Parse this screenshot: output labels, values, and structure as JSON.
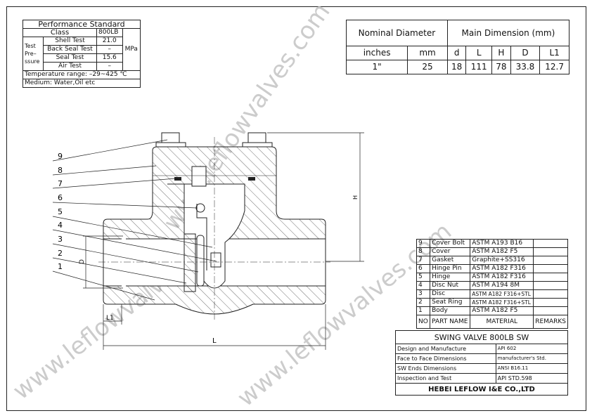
{
  "watermark": "www.leflowvalves.com",
  "performance": {
    "title": "Performance Standard",
    "class_label": "Class",
    "class_value": "800LB",
    "group": "Test Pre– ssure",
    "unit": "MPa",
    "rows": [
      {
        "name": "Shell Test",
        "value": "21.0"
      },
      {
        "name": "Back Seal Test",
        "value": "–"
      },
      {
        "name": "Seal Test",
        "value": "15.6"
      },
      {
        "name": "Air Test",
        "value": "–"
      }
    ],
    "temperature": "Temperature range: –29~425  ℃",
    "medium": "Medium:     Water,Oil  etc"
  },
  "dimensions": {
    "nominal": "Nominal Diameter",
    "main": "Main Dimension (mm)",
    "headers": [
      "inches",
      "mm",
      "d",
      "L",
      "H",
      "D",
      "L1"
    ],
    "values": [
      "1\"",
      "25",
      "18",
      "111",
      "78",
      "33.8",
      "12.7"
    ]
  },
  "parts": {
    "rows": [
      {
        "no": "9",
        "name": "Cover Bolt",
        "material": "ASTM A193 B16"
      },
      {
        "no": "8",
        "name": "Cover",
        "material": "ASTM A182 F5"
      },
      {
        "no": "7",
        "name": "Gasket",
        "material": "Graphite+SS316"
      },
      {
        "no": "6",
        "name": "Hinge Pin",
        "material": "ASTM A182 F316"
      },
      {
        "no": "5",
        "name": "Hinge",
        "material": "ASTM A182 F316"
      },
      {
        "no": "4",
        "name": "Disc Nut",
        "material": "ASTM A194 8M"
      },
      {
        "no": "3",
        "name": "Disc",
        "material": "ASTM A182 F316+STL"
      },
      {
        "no": "2",
        "name": "Seat Ring",
        "material": "ASTM A182 F316+STL"
      },
      {
        "no": "1",
        "name": "Body",
        "material": "ASTM A182 F5"
      }
    ],
    "headers": {
      "no": "NO",
      "name": "PART NAME",
      "material": "MATERIAL",
      "remarks": "REMARKS"
    }
  },
  "title_block": {
    "title": "SWING VALVE 800LB SW",
    "rows": [
      {
        "label": "Design and Manufacture",
        "value": "API 602"
      },
      {
        "label": "Face to Face Dimensions",
        "value": "manufacturer's Std."
      },
      {
        "label": "SW Ends Dimensions",
        "value": "ANSI B16.11"
      },
      {
        "label": "Inspection and Test",
        "value": "API STD.598"
      }
    ],
    "company": "HEBEI LEFLOW I&E CO.,LTD"
  },
  "drawing": {
    "callouts": [
      "9",
      "8",
      "7",
      "6",
      "5",
      "4",
      "3",
      "2",
      "1"
    ],
    "dim_L": "L",
    "dim_L1": "L1",
    "dim_H": "H",
    "dim_D": "D"
  }
}
